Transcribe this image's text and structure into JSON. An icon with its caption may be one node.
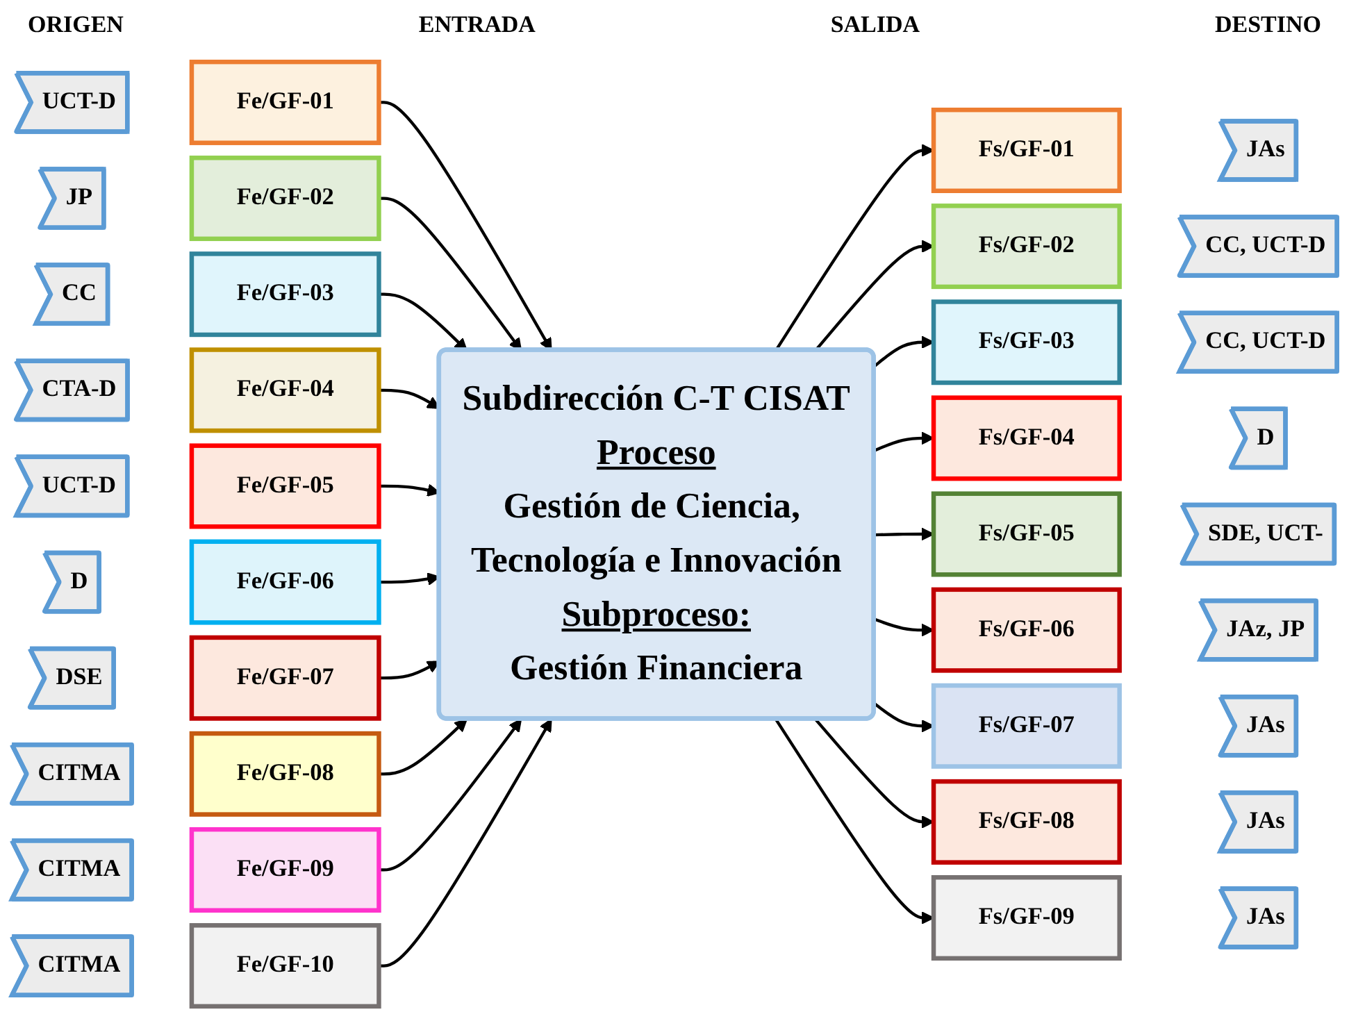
{
  "diagram": {
    "nodes": [
      {
        "text": [
          "UCT-D"
        ]
      },
      {
        "text": [
          "JP"
        ]
      },
      {
        "text": [
          "CC"
        ]
      },
      {
        "text": [
          "CTA-D"
        ]
      },
      {
        "text": [
          "UCT-D"
        ]
      },
      {
        "text": [
          "D"
        ]
      },
      {
        "text": [
          "DSE"
        ]
      },
      {
        "text": [
          "CITMA"
        ]
      },
      {
        "text": [
          "CITMA"
        ]
      },
      {
        "text": [
          "CITMA"
        ]
      },
      {
        "text": [
          "Fe/GF-01"
        ]
      },
      {
        "text": [
          "Fe/GF-02"
        ]
      },
      {
        "text": [
          "Fe/GF-03"
        ]
      },
      {
        "text": [
          "Fe/GF-04"
        ]
      },
      {
        "text": [
          "Fe/GF-05"
        ]
      },
      {
        "text": [
          "Fe/GF-06"
        ]
      },
      {
        "text": [
          "Fe/GF-07"
        ]
      },
      {
        "text": [
          "Fe/GF-08"
        ]
      },
      {
        "text": [
          "Fe/GF-09"
        ]
      },
      {
        "text": [
          "Fe/GF-10"
        ]
      },
      {
        "text": [
          "Subdirección C-T CISAT",
          "Proceso",
          "Gestión de Ciencia, Tecnología e Innovación",
          "Subproceso:",
          "Gestión Financiera"
        ]
      },
      {
        "text": [
          "Fs/GF-01"
        ]
      },
      {
        "text": [
          "Fs/GF-02"
        ]
      },
      {
        "text": [
          "Fs/GF-03"
        ]
      },
      {
        "text": [
          "Fs/GF-04"
        ]
      },
      {
        "text": [
          "Fs/GF-05"
        ]
      },
      {
        "text": [
          "Fs/GF-06"
        ]
      },
      {
        "text": [
          "Fs/GF-07"
        ]
      },
      {
        "text": [
          "Fs/GF-08"
        ]
      },
      {
        "text": [
          "Fs/GF-09"
        ]
      },
      {
        "text": [
          "JAs"
        ]
      },
      {
        "text": [
          "CC, UCT-D"
        ]
      },
      {
        "text": [
          "CC, UCT-D"
        ]
      },
      {
        "text": [
          "D"
        ]
      },
      {
        "text": [
          "SDE, UCT-"
        ]
      },
      {
        "text": [
          "JAz, JP"
        ]
      },
      {
        "text": [
          "JAs"
        ]
      },
      {
        "text": [
          "JAs"
        ]
      },
      {
        "text": [
          "JAs"
        ]
      }
    ],
    "edges": [
      {
        "from": 10,
        "to": 20,
        "arrow": "to"
      },
      {
        "from": 11,
        "to": 20,
        "arrow": "to"
      },
      {
        "from": 12,
        "to": 20,
        "arrow": "to"
      },
      {
        "from": 13,
        "to": 20,
        "arrow": "to"
      },
      {
        "from": 14,
        "to": 20,
        "arrow": "to"
      },
      {
        "from": 15,
        "to": 20,
        "arrow": "to"
      },
      {
        "from": 16,
        "to": 20,
        "arrow": "to"
      },
      {
        "from": 17,
        "to": 20,
        "arrow": "to"
      },
      {
        "from": 18,
        "to": 20,
        "arrow": "to"
      },
      {
        "from": 19,
        "to": 20,
        "arrow": "to"
      },
      {
        "from": 20,
        "to": 21,
        "arrow": "to"
      },
      {
        "from": 20,
        "to": 22,
        "arrow": "to"
      },
      {
        "from": 20,
        "to": 23,
        "arrow": "to"
      },
      {
        "from": 20,
        "to": 24,
        "arrow": "to"
      },
      {
        "from": 20,
        "to": 25,
        "arrow": "to"
      },
      {
        "from": 20,
        "to": 26,
        "arrow": "to"
      },
      {
        "from": 20,
        "to": 27,
        "arrow": "to"
      },
      {
        "from": 20,
        "to": 28,
        "arrow": "to"
      },
      {
        "from": 20,
        "to": 29,
        "arrow": "to"
      }
    ],
    "labels": [
      "ORIGEN",
      "ENTRADA",
      "SALIDA",
      "DESTINO"
    ]
  }
}
